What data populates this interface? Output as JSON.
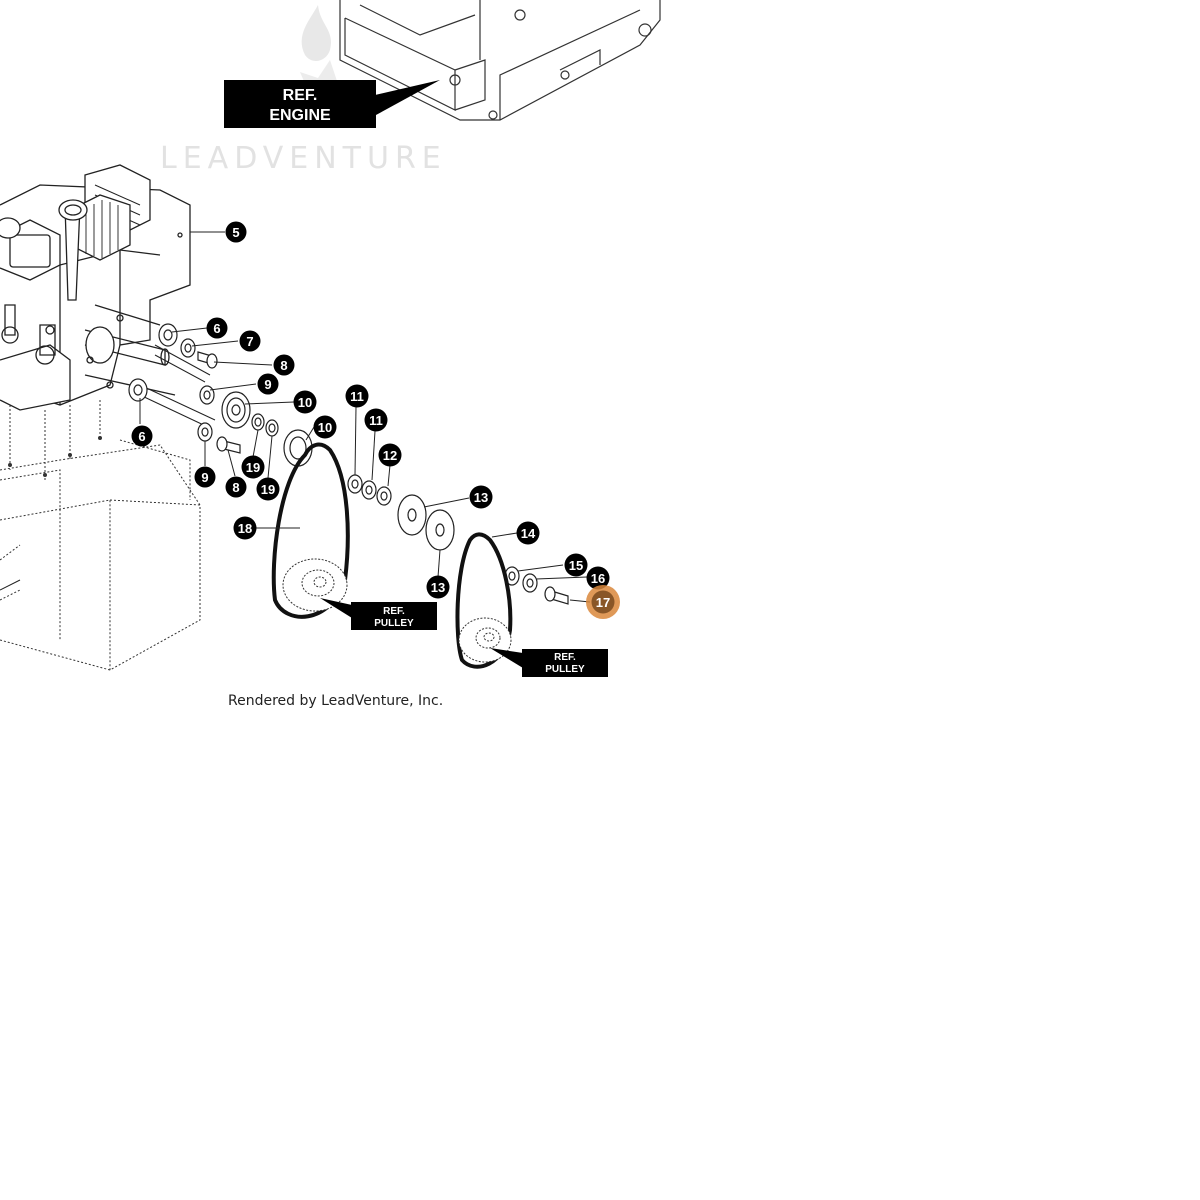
{
  "diagram": {
    "watermark": "LEADVENTURE",
    "footer": "Rendered by LeadVenture, Inc.",
    "highlight_color": "#d9873b",
    "ref_labels": {
      "engine": [
        "REF.",
        "ENGINE"
      ],
      "pulley_1": [
        "REF.",
        "PULLEY"
      ],
      "pulley_2": [
        "REF.",
        "PULLEY"
      ]
    },
    "callouts": [
      {
        "id": "c5",
        "label": "5",
        "highlighted": false
      },
      {
        "id": "c6a",
        "label": "6",
        "highlighted": false
      },
      {
        "id": "c7",
        "label": "7",
        "highlighted": false
      },
      {
        "id": "c8a",
        "label": "8",
        "highlighted": false
      },
      {
        "id": "c9a",
        "label": "9",
        "highlighted": false
      },
      {
        "id": "c10a",
        "label": "10",
        "highlighted": false
      },
      {
        "id": "c6b",
        "label": "6",
        "highlighted": false
      },
      {
        "id": "c11a",
        "label": "11",
        "highlighted": false
      },
      {
        "id": "c11b",
        "label": "11",
        "highlighted": false
      },
      {
        "id": "c10b",
        "label": "10",
        "highlighted": false
      },
      {
        "id": "c12",
        "label": "12",
        "highlighted": false
      },
      {
        "id": "c19a",
        "label": "19",
        "highlighted": false
      },
      {
        "id": "c9b",
        "label": "9",
        "highlighted": false
      },
      {
        "id": "c8b",
        "label": "8",
        "highlighted": false
      },
      {
        "id": "c19b",
        "label": "19",
        "highlighted": false
      },
      {
        "id": "c13a",
        "label": "13",
        "highlighted": false
      },
      {
        "id": "c18",
        "label": "18",
        "highlighted": false
      },
      {
        "id": "c14",
        "label": "14",
        "highlighted": false
      },
      {
        "id": "c15",
        "label": "15",
        "highlighted": false
      },
      {
        "id": "c16",
        "label": "16",
        "highlighted": false
      },
      {
        "id": "c17",
        "label": "17",
        "highlighted": true
      },
      {
        "id": "c13b",
        "label": "13",
        "highlighted": false
      }
    ]
  }
}
